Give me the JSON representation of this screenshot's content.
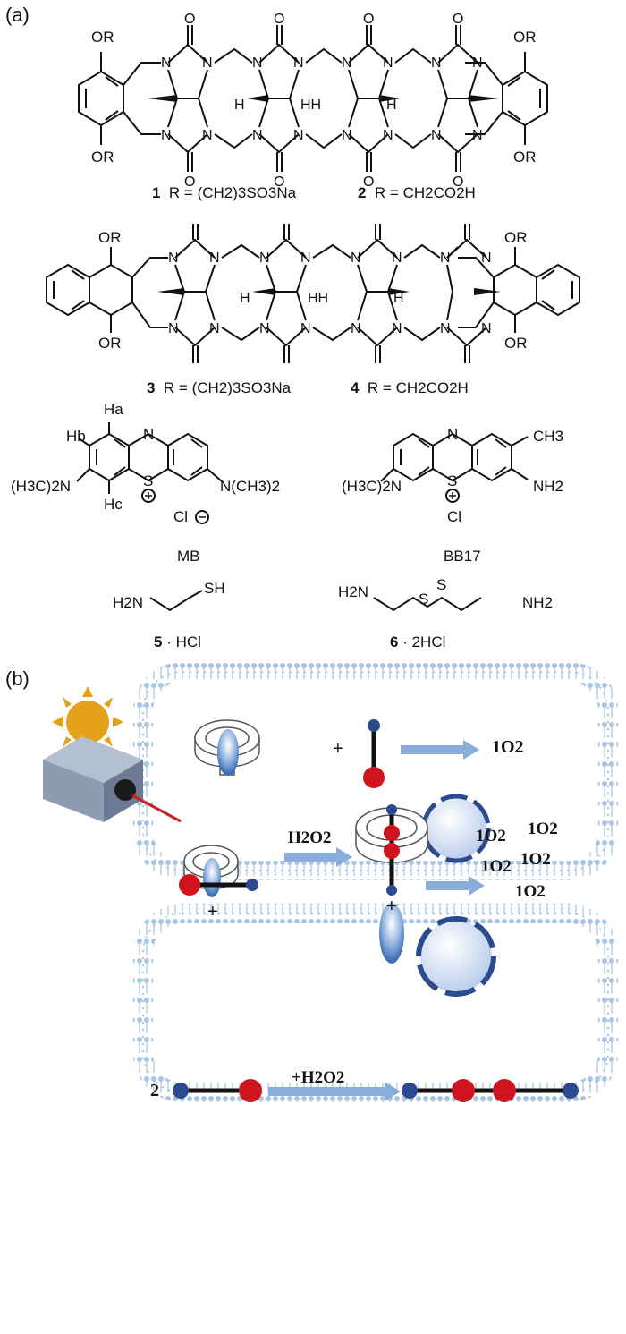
{
  "panel_a": {
    "label": "(a)",
    "structures_top": {
      "labels": {
        "or_tl": "OR",
        "or_bl": "OR",
        "or_tr": "OR",
        "or_br": "OR",
        "caption_1_num": "1",
        "caption_1": "R = (CH2)3SO3Na",
        "caption_2_num": "2",
        "caption_2": "R = CH2CO2H"
      }
    },
    "structures_mid": {
      "labels": {
        "or_tl": "OR",
        "or_bl": "OR",
        "or_tr": "OR",
        "or_br": "OR",
        "caption_3_num": "3",
        "caption_3": "R = (CH2)3SO3Na",
        "caption_4_num": "4",
        "caption_4": "R = CH2CO2H"
      }
    },
    "mb": {
      "ha": "Ha",
      "hb": "Hb",
      "hc": "Hc",
      "n_left": "(H3C)2N",
      "n_right": "N(CH3)2",
      "s": "S",
      "n_ring": "N",
      "cl": "Cl",
      "name": "MB"
    },
    "bb17": {
      "n_left": "(H3C)2N",
      "ch3": "CH3",
      "nh2": "NH2",
      "s": "S",
      "n_ring": "N",
      "cl": "Cl",
      "name": "BB17"
    },
    "cpd5": {
      "h2n": "H2N",
      "sh": "SH",
      "num": "5",
      "salt": "· HCl"
    },
    "cpd6": {
      "h2n": "H2N",
      "s1": "S",
      "s2": "S",
      "nh2": "NH2",
      "num": "6",
      "salt": "· 2HCl"
    }
  },
  "panel_b": {
    "label": "(b)",
    "top_cell": {
      "product": "1O2",
      "plus": "+"
    },
    "bottom_cell": {
      "plus1": "+",
      "oxidant": "H2O2",
      "plus2": "+",
      "products": [
        "1O2",
        "1O2",
        "1O2",
        "1O2",
        "1O2"
      ]
    },
    "bottom_scheme": {
      "num": "2",
      "oxidant": "+H2O2"
    }
  },
  "colors": {
    "membrane": "#a9c4e4",
    "membrane_dark": "#8fb0d8",
    "sun": "#e3a21a",
    "red_bead": "#d0141e",
    "blue_bead": "#2b4b8e",
    "arrow": "#8aaedc",
    "sphere": "#c7d8f0",
    "sphere_rim": "#2b4b8e",
    "laser_box": "#8e9cb2",
    "laser": "#cc1f1f"
  },
  "icons": [
    "sun-icon",
    "laser-device-icon",
    "macrocycle-host-icon",
    "dye-ellipsoid-icon",
    "dumbbell-guest-icon",
    "cell-sphere-icon"
  ]
}
